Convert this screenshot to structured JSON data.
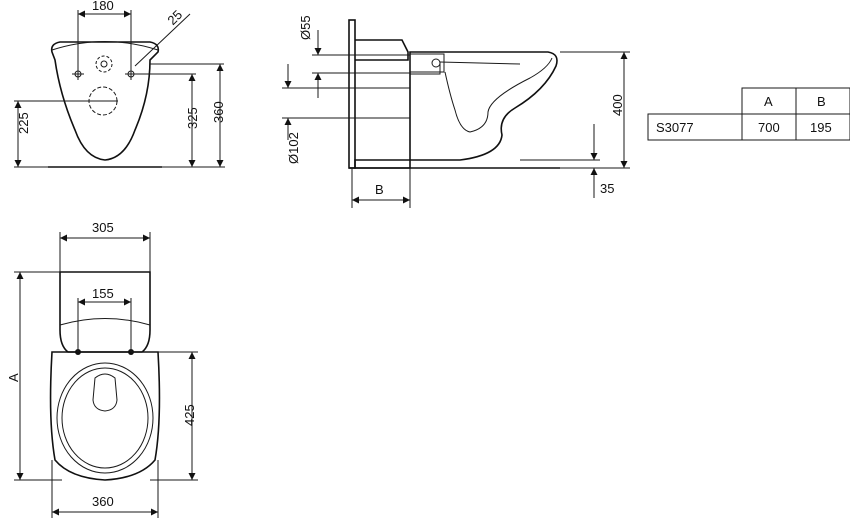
{
  "front_view": {
    "dims": {
      "top_width": "180",
      "top_offset": "25",
      "left_height": "225",
      "mid_height": "325",
      "right_height": "360"
    }
  },
  "side_view": {
    "dims": {
      "small_dia": "Ø55",
      "big_dia": "Ø102",
      "height": "400",
      "bottom_offset": "35",
      "depth_label": "B"
    }
  },
  "top_view": {
    "dims": {
      "top_width": "305",
      "hole_spacing": "155",
      "length_label": "A",
      "hole_to_front": "425",
      "bottom_width": "360"
    }
  },
  "table": {
    "headers": [
      "",
      "A",
      "B"
    ],
    "rows": [
      [
        "S3077",
        "700",
        "195"
      ]
    ]
  }
}
